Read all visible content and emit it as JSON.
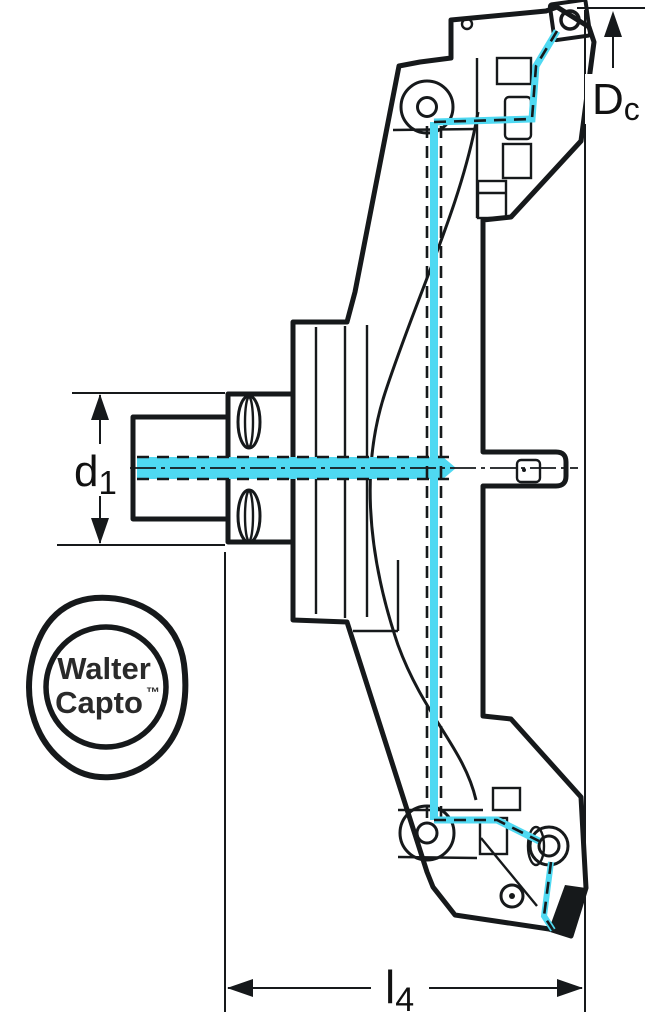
{
  "colors": {
    "background": "#ffffff",
    "body_fill": "#dce2e4",
    "outline": "#16191b",
    "coolant_cyan": "#4fd9f2",
    "insert_gold": "#e7b02f",
    "logo_orange": "#f2a40a",
    "logo_text": "#2a2a2a",
    "dimension_text": "#111111"
  },
  "dimensions": {
    "dc": {
      "symbol": "D",
      "subscript": "c"
    },
    "d1": {
      "symbol": "d",
      "subscript": "1"
    },
    "l4": {
      "symbol": "l",
      "subscript": "4"
    }
  },
  "logo": {
    "line1": "Walter",
    "line2": "Capto",
    "trademark": "™"
  }
}
